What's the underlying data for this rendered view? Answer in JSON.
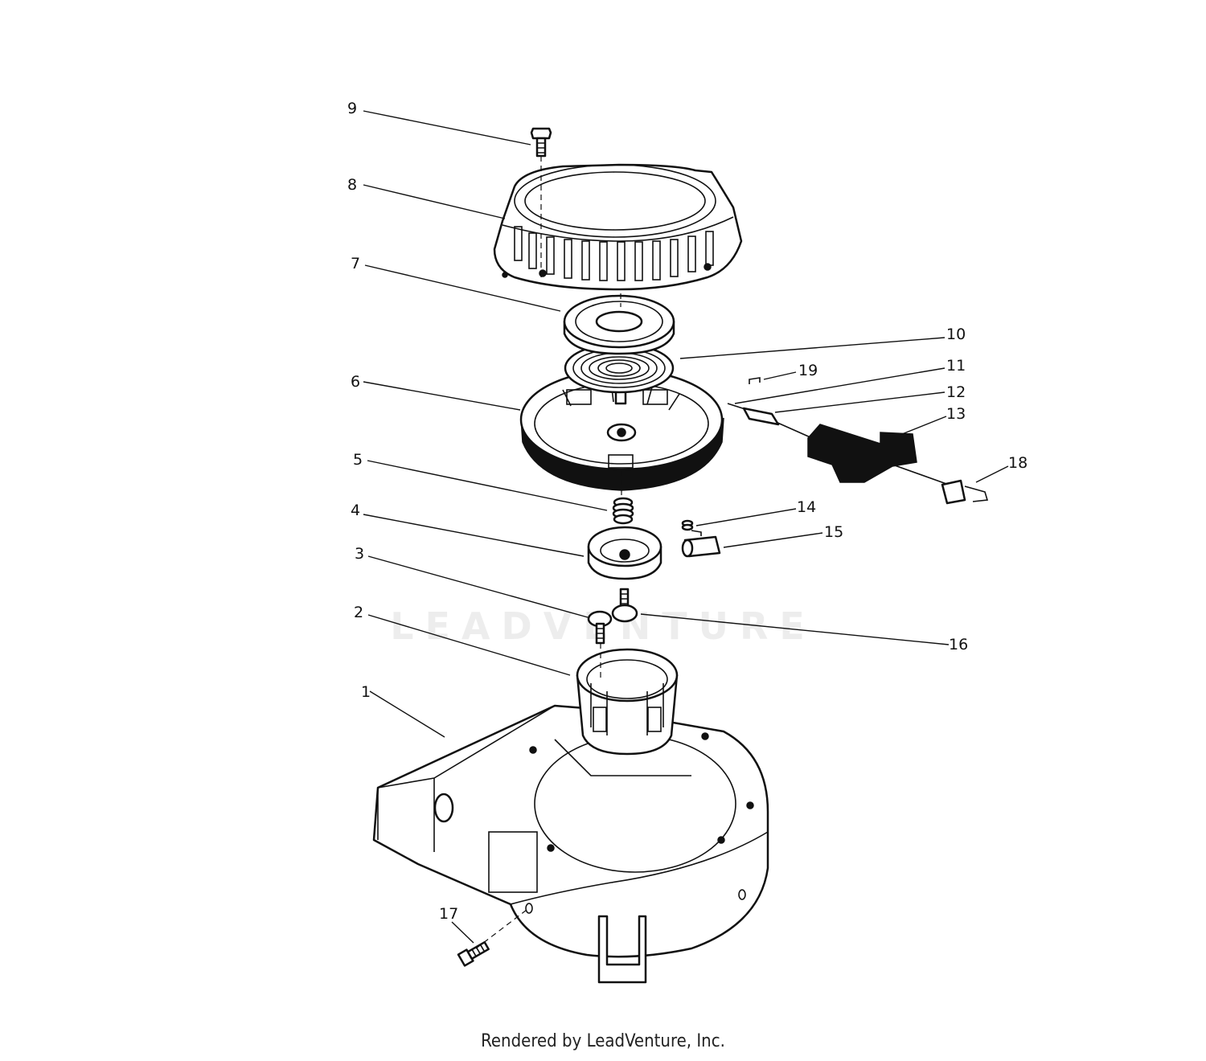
{
  "callouts": [
    {
      "id": "1",
      "label": "1"
    },
    {
      "id": "2",
      "label": "2"
    },
    {
      "id": "3",
      "label": "3"
    },
    {
      "id": "4",
      "label": "4"
    },
    {
      "id": "5",
      "label": "5"
    },
    {
      "id": "6",
      "label": "6"
    },
    {
      "id": "7",
      "label": "7"
    },
    {
      "id": "8",
      "label": "8"
    },
    {
      "id": "9",
      "label": "9"
    },
    {
      "id": "10",
      "label": "10"
    },
    {
      "id": "11",
      "label": "11"
    },
    {
      "id": "12",
      "label": "12"
    },
    {
      "id": "13",
      "label": "13"
    },
    {
      "id": "14",
      "label": "14"
    },
    {
      "id": "15",
      "label": "15"
    },
    {
      "id": "16",
      "label": "16"
    },
    {
      "id": "17",
      "label": "17"
    },
    {
      "id": "18",
      "label": "18"
    },
    {
      "id": "19",
      "label": "19"
    }
  ],
  "watermark": "LEADVENTURE",
  "footer": "Rendered by LeadVenture, Inc."
}
